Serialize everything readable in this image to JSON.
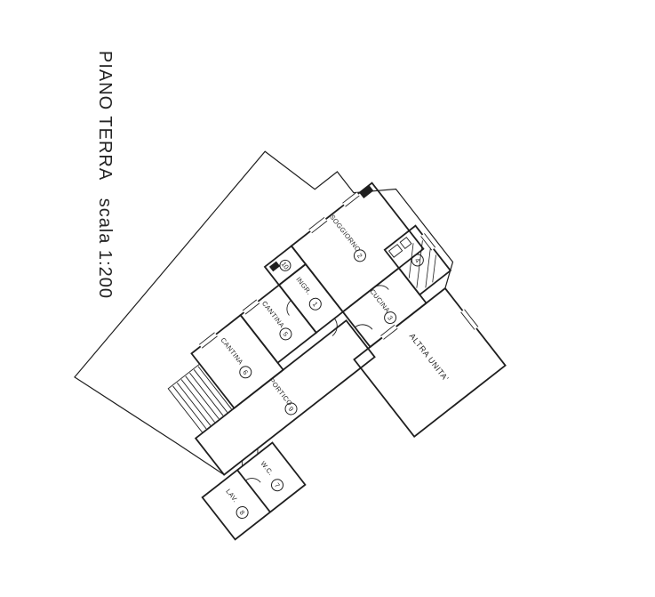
{
  "title_main": "PIANO TERRA",
  "title_scale": "scala 1:200",
  "plan": {
    "rooms": [
      {
        "n": "1",
        "label": "INGR."
      },
      {
        "n": "2",
        "label": "SOGGIORNO"
      },
      {
        "n": "3",
        "label": "CUCINA"
      },
      {
        "n": "4",
        "label": ""
      },
      {
        "n": "5",
        "label": "CANTINA"
      },
      {
        "n": "6",
        "label": "CANTINA"
      },
      {
        "n": "7",
        "label": "W.C."
      },
      {
        "n": "8",
        "label": "LAV."
      },
      {
        "n": "9",
        "label": "PORTICO"
      },
      {
        "n": "10",
        "label": ""
      }
    ],
    "annotations": {
      "other_unit": "ALTRA UNITA'"
    }
  },
  "colors": {
    "ink": "#1f1f1f",
    "paper": "#ffffff"
  }
}
